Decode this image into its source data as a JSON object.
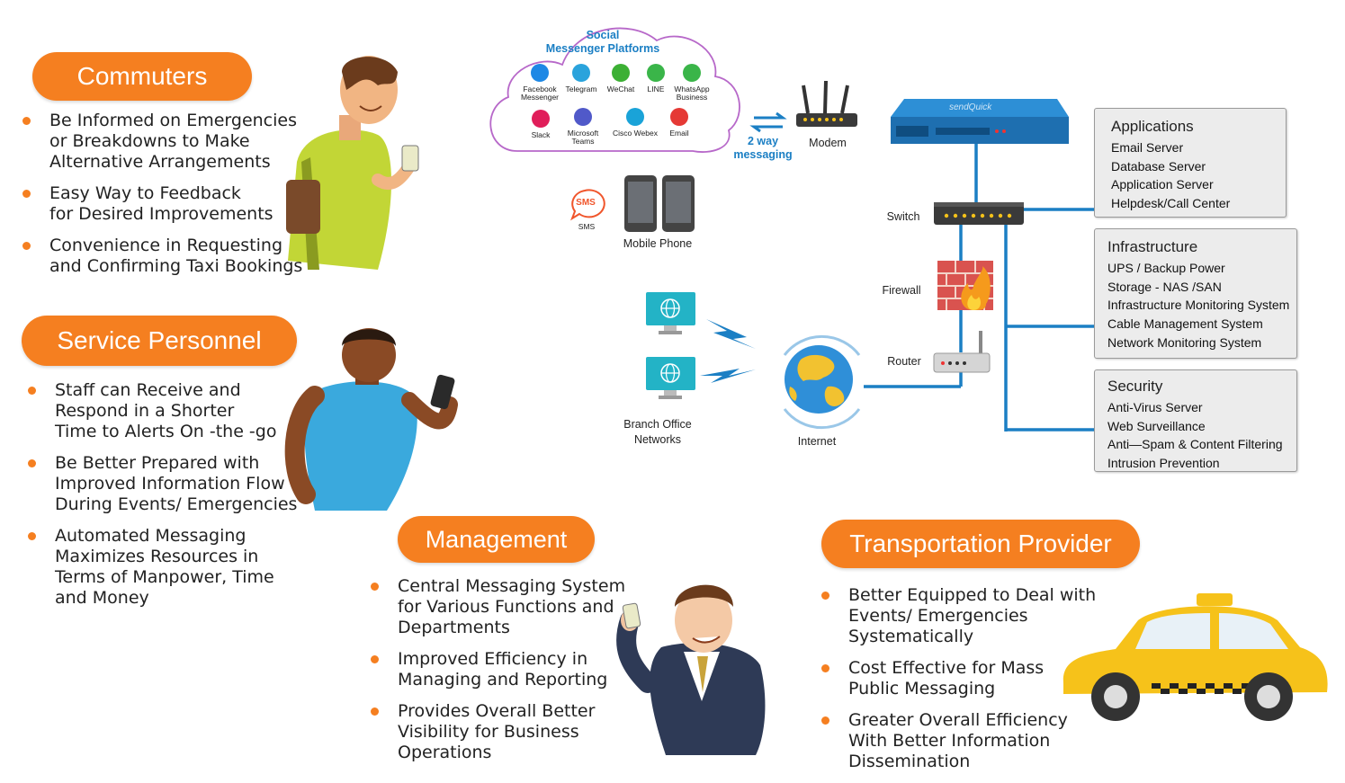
{
  "commuters": {
    "title": "Commuters",
    "items": [
      "Be Informed on Emergencies\nor Breakdowns to Make\nAlternative Arrangements",
      "Easy Way to Feedback\nfor Desired Improvements",
      "Convenience in Requesting\nand Confirming Taxi Bookings"
    ]
  },
  "service_personnel": {
    "title": "Service Personnel",
    "items": [
      "Staff can Receive and\nRespond in a Shorter\nTime to Alerts On -the -go",
      "Be Better Prepared with\nImproved Information Flow\nDuring Events/ Emergencies",
      "Automated Messaging\nMaximizes Resources in\nTerms of Manpower, Time\nand Money"
    ]
  },
  "management": {
    "title": "Management",
    "items": [
      "Central Messaging System\nfor Various Functions and\nDepartments",
      "Improved Efficiency in\nManaging and Reporting",
      "Provides Overall Better\nVisibility for Business\nOperations"
    ]
  },
  "transportation": {
    "title": "Transportation Provider",
    "items": [
      "Better Equipped to Deal with\nEvents/ Emergencies\nSystematically",
      "Cost Effective for Mass\nPublic Messaging",
      "Greater Overall Efficiency\nWith Better Information\nDissemination"
    ]
  },
  "cloud": {
    "title_line1": "Social",
    "title_line2": "Messenger Platforms",
    "platforms": [
      {
        "name": "Facebook\nMessenger",
        "icon": "facebook-messenger-icon",
        "color": "#1e88e5"
      },
      {
        "name": "Telegram",
        "icon": "telegram-icon",
        "color": "#2aa3dc"
      },
      {
        "name": "WeChat",
        "icon": "wechat-icon",
        "color": "#3cb034"
      },
      {
        "name": "LINE",
        "icon": "line-icon",
        "color": "#3ab549"
      },
      {
        "name": "WhatsApp\nBusiness",
        "icon": "whatsapp-icon",
        "color": "#3ab549"
      },
      {
        "name": "Slack",
        "icon": "slack-icon",
        "color": "#e01e5a"
      },
      {
        "name": "Microsoft\nTeams",
        "icon": "microsoft-teams-icon",
        "color": "#5059c9"
      },
      {
        "name": "Cisco Webex",
        "icon": "cisco-webex-icon",
        "color": "#1aa3d8"
      },
      {
        "name": "Email",
        "icon": "email-icon",
        "color": "#e53935"
      }
    ]
  },
  "network": {
    "two_way": "2 way\nmessaging",
    "modem": "Modem",
    "device_brand": "sendQuick",
    "sms": "SMS",
    "sms_label": "SMS",
    "mobile_phone": "Mobile Phone",
    "switch": "Switch",
    "firewall": "Firewall",
    "router": "Router",
    "internet": "Internet",
    "branch": "Branch Office\nNetworks"
  },
  "panels": {
    "applications": {
      "title": "Applications",
      "items": [
        "Email Server",
        "Database Server",
        "Application Server",
        "Helpdesk/Call Center"
      ]
    },
    "infrastructure": {
      "title": "Infrastructure",
      "items": [
        "UPS / Backup Power",
        "Storage - NAS /SAN",
        "Infrastructure Monitoring System",
        "Cable Management System",
        "Network Monitoring System"
      ]
    },
    "security": {
      "title": "Security",
      "items": [
        "Anti-Virus Server",
        "Web Surveillance",
        "Anti—Spam & Content Filtering",
        "Intrusion Prevention"
      ]
    }
  },
  "colors": {
    "accent": "#f57f20",
    "network_line": "#1b7fc4",
    "cloud_border": "#b768c9"
  }
}
